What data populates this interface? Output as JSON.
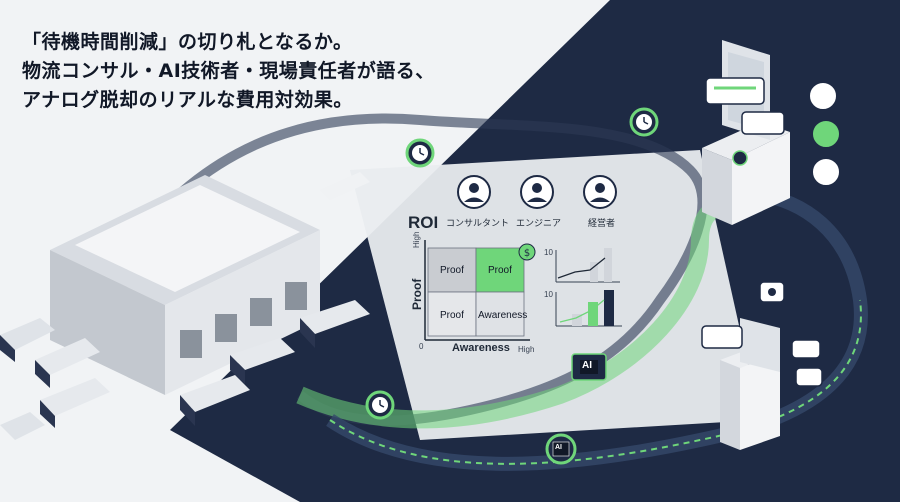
{
  "headline": {
    "lines": [
      "「待機時間削減」の切り札となるか。",
      "物流コンサル・AI技術者・現場責任者が語る、",
      "アナログ脱却のリアルな費用対効果。"
    ]
  },
  "diagram": {
    "roi_label": "ROI",
    "personas": [
      {
        "label": "コンサルタント",
        "icon": "consultant-avatar-icon"
      },
      {
        "label": "エンジニア",
        "icon": "engineer-avatar-icon"
      },
      {
        "label": "経営者",
        "icon": "executive-avatar-icon"
      }
    ],
    "matrix": {
      "y_axis_label": "Proof",
      "x_axis_label": "Awareness",
      "y_high": "High",
      "x_high": "High",
      "origin": "0",
      "cells": [
        "Proof",
        "Proof",
        "Proof",
        "Awareness"
      ],
      "highlight_cell": 1
    },
    "mini_charts": [
      {
        "ytick": "10",
        "type": "line"
      },
      {
        "ytick": "10",
        "type": "bar"
      }
    ],
    "chip_label": "AI",
    "chip_label_bottom": "AI",
    "dollar_icon": "dollar-icon"
  },
  "colors": {
    "navy": "#1e2a44",
    "green": "#6fd67a",
    "light": "#f1f3f5"
  }
}
